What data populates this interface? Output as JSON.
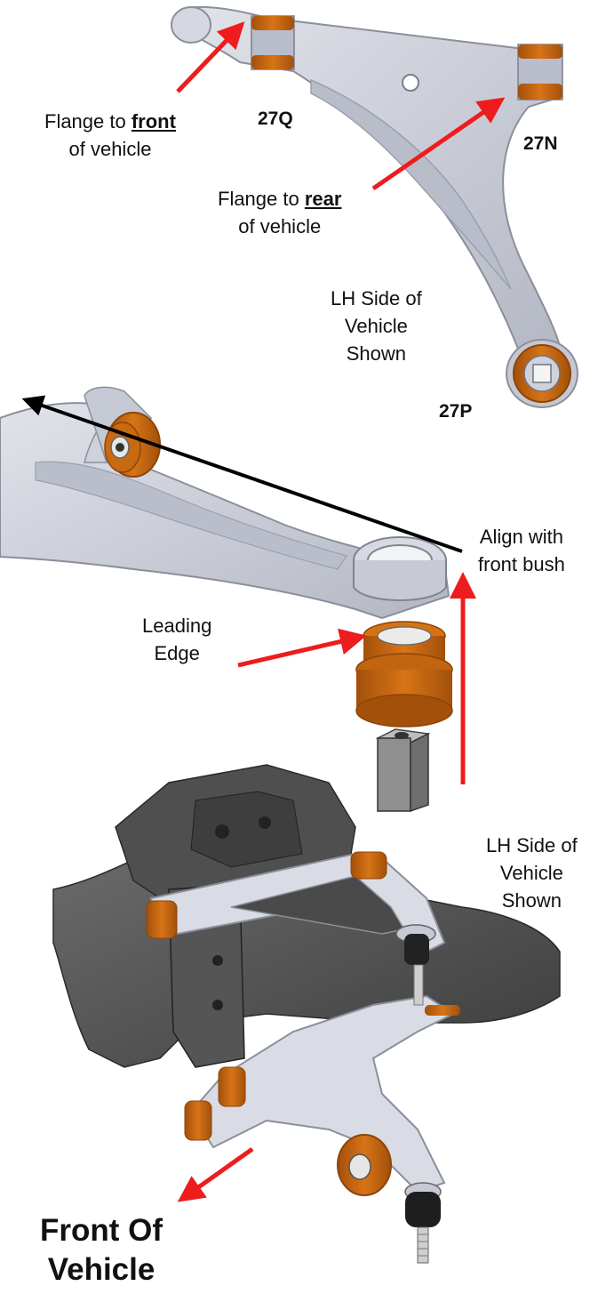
{
  "labels": {
    "flange_front_prefix": "Flange to",
    "flange_front_emph": "front",
    "flange_front_suffix": "of vehicle",
    "flange_rear_prefix": "Flange to",
    "flange_rear_emph": "rear",
    "flange_rear_suffix": "of vehicle",
    "lh_side_1": [
      "LH Side of",
      "Vehicle",
      "Shown"
    ],
    "align_front_bush": [
      "Align with",
      "front bush"
    ],
    "leading_edge": [
      "Leading",
      "Edge"
    ],
    "lh_side_2": [
      "LH Side of",
      "Vehicle",
      "Shown"
    ],
    "front_of_vehicle": [
      "Front Of",
      "Vehicle"
    ]
  },
  "part_numbers": {
    "front_bush": "27Q",
    "rear_bush": "27N",
    "ball_joint_bush": "27P"
  },
  "colors": {
    "arm": "#c9ccd6",
    "arm_edge": "#8a8f9c",
    "bush": "#c9650e",
    "bush_dark": "#8e4408",
    "arrow_red": "#ee1c1c",
    "arrow_black": "#000000",
    "subframe": "#5a5a5a"
  }
}
